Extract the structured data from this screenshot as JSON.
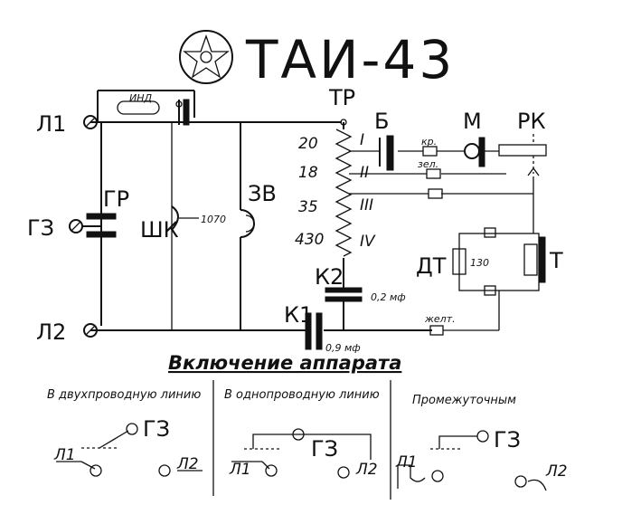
{
  "title": "ТАИ-43",
  "emblem_icon": "star-emblem-icon",
  "labels": {
    "L1": "Л1",
    "L2": "Л2",
    "GZ": "ГЗ",
    "GR": "ГР",
    "SHK": "ШК",
    "ZV": "ЗВ",
    "TR": "ТР",
    "B": "Б",
    "M": "М",
    "RK": "РК",
    "DT": "ДТ",
    "T": "Т",
    "K2": "К2",
    "K1": "К1",
    "IND": "ИНД",
    "shk_note": "1070",
    "kr": "кр.",
    "zel": "зел.",
    "zhelt": "желт.",
    "dt_value": "130",
    "k2_value": "0,2 мф",
    "k1_value": "0,9 мф"
  },
  "winding_numbers": [
    "20",
    "18",
    "35",
    "430"
  ],
  "winding_romans": [
    "I",
    "II",
    "III",
    "IV"
  ],
  "caption": "Включение аппарата",
  "sections": [
    {
      "title": "В двухпроводную линию"
    },
    {
      "title": "В однопроводную линию"
    },
    {
      "title": "Промежуточным"
    }
  ],
  "section_labels": {
    "GZ": "ГЗ",
    "L1": "Л1",
    "L2": "Л2"
  }
}
